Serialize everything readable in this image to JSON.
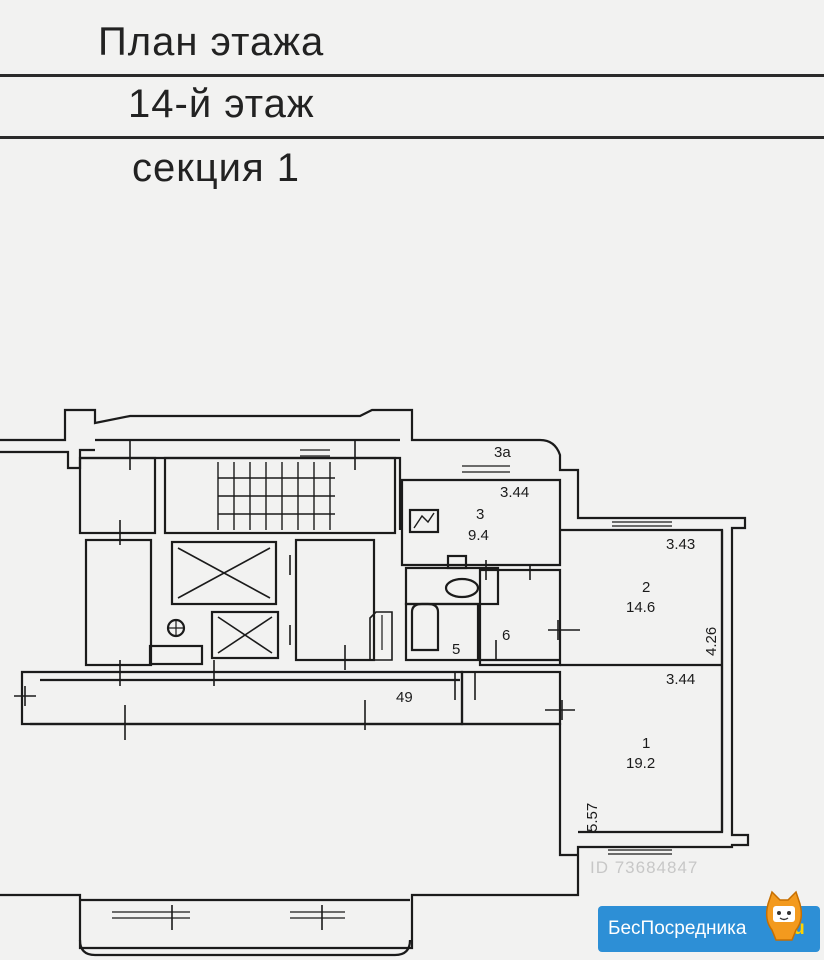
{
  "header": {
    "title": "План этажа",
    "floor": "14-й этаж",
    "section": "секция 1"
  },
  "rooms": [
    {
      "num": "1",
      "area": "19.2"
    },
    {
      "num": "2",
      "area": "14.6"
    },
    {
      "num": "3",
      "area": "9.4"
    },
    {
      "num": "3а"
    },
    {
      "num": "5"
    },
    {
      "num": "6"
    },
    {
      "num": "49"
    }
  ],
  "dimensions": {
    "d_344_top": "3.44",
    "d_343": "3.43",
    "d_426": "4.26",
    "d_344_mid": "3.44",
    "d_557": "5.57"
  },
  "watermark": {
    "id_text": "ID 73684847"
  },
  "badge": {
    "text": "БесПосредника",
    "suffix": ".ru"
  },
  "colors": {
    "line": "#1b1b1b",
    "paper": "#f2f2f1",
    "badge": "#2d8fd6"
  }
}
